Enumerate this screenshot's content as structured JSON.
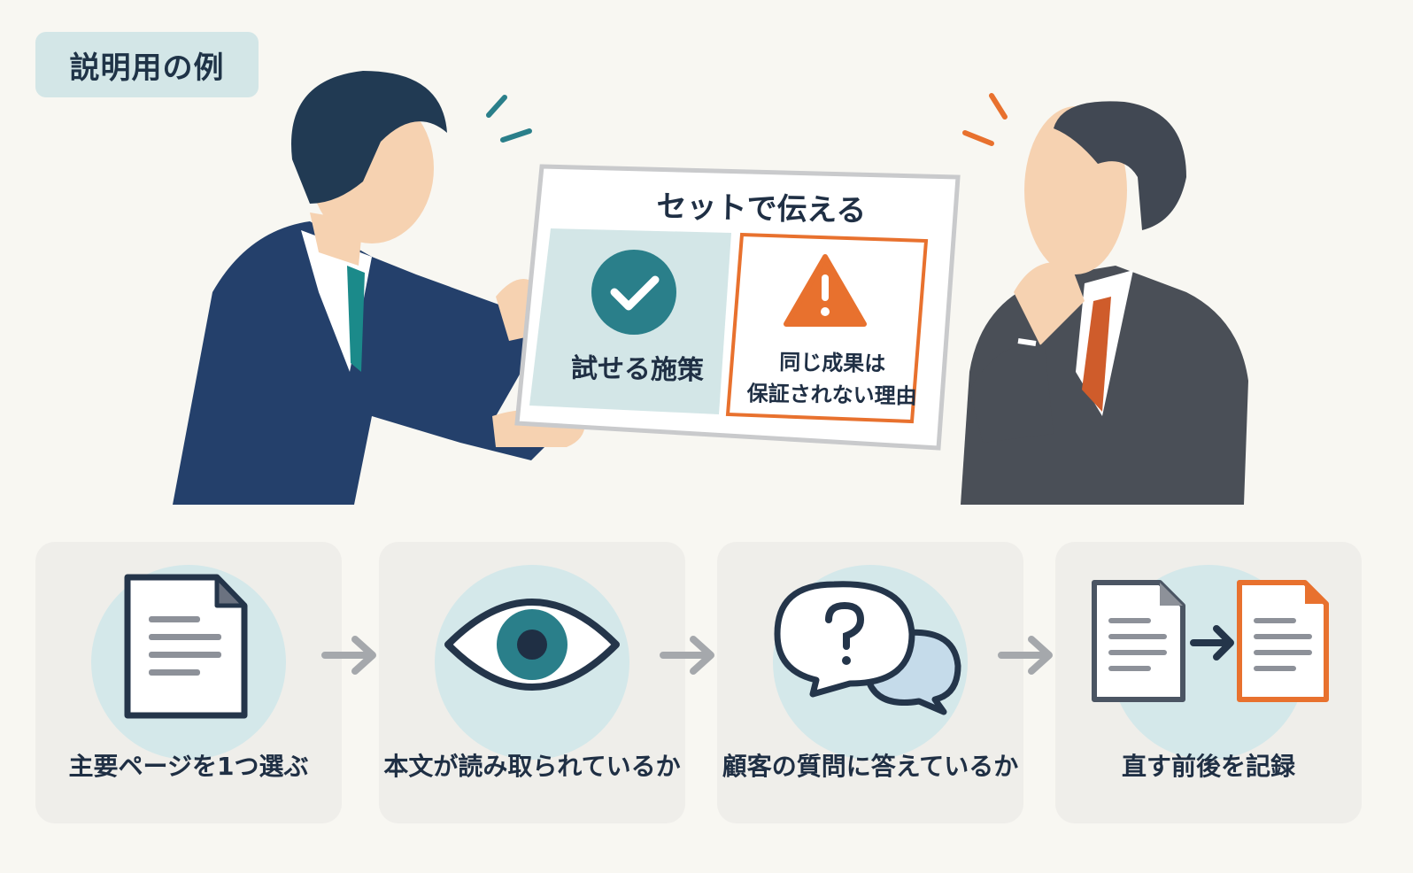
{
  "tag_label": "説明用の例",
  "board": {
    "title": "セットで伝える",
    "try_label": "試せる施策",
    "reason_line1": "同じ成果は",
    "reason_line2": "保証されない理由"
  },
  "steps": [
    {
      "label": "主要ページを1つ選ぶ",
      "icon": "document-icon"
    },
    {
      "label": "本文が読み取られているか",
      "icon": "eye-icon"
    },
    {
      "label": "顧客の質問に答えているか",
      "icon": "question-bubble-icon"
    },
    {
      "label": "直す前後を記録",
      "icon": "before-after-document-icon"
    }
  ],
  "colors": {
    "teal": "#2a7f8a",
    "orange": "#e8712e",
    "navy": "#1f3347",
    "light_teal": "#d4e8ea"
  }
}
